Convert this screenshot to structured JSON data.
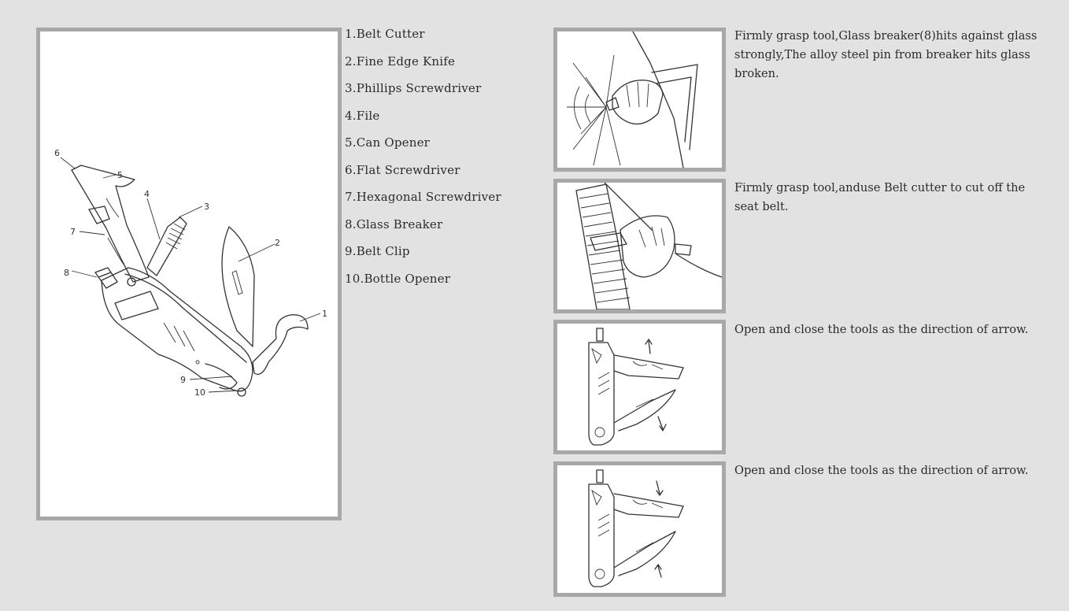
{
  "parts": [
    "1.Belt Cutter",
    "2.Fine Edge Knife",
    "3.Phillips Screwdriver",
    "4.File",
    "5.Can Opener",
    "6.Flat Screwdriver",
    "7.Hexagonal Screwdriver",
    "8.Glass Breaker",
    "9.Belt Clip",
    "10.Bottle Opener"
  ],
  "callouts": [
    "1",
    "2",
    "3",
    "4",
    "5",
    "6",
    "7",
    "8",
    "9",
    "10"
  ],
  "steps": [
    "Firmly grasp tool,Glass breaker(8)hits against glass strongly,The alloy steel pin from breaker hits glass broken.",
    "Firmly grasp tool,anduse Belt cutter to cut off the seat belt.",
    "Open and close the tools as the direction of arrow.",
    "Open and close the tools as the direction of arrow."
  ],
  "colors": {
    "background": "#e1e2e1",
    "frame_border": "#a7a8a7",
    "line_art": "#333333"
  }
}
